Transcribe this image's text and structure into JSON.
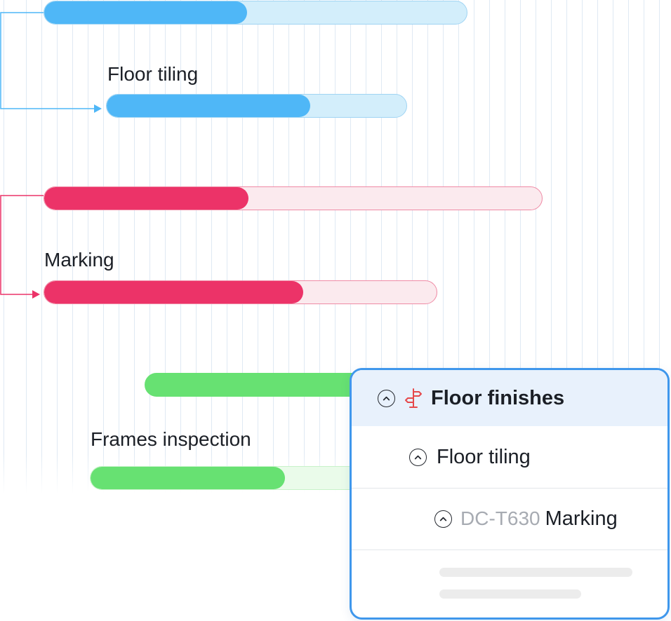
{
  "gantt": {
    "tasks": [
      {
        "label": "",
        "color": "#4fb7f7",
        "progress": 0.48
      },
      {
        "label": "Floor tiling",
        "color": "#4fb7f7",
        "progress": 0.68
      },
      {
        "label": "",
        "color": "#ec3368",
        "progress": 0.41
      },
      {
        "label": "Marking",
        "color": "#ec3368",
        "progress": 0.66
      },
      {
        "label": "",
        "color": "#67e172"
      },
      {
        "label": "Frames inspection",
        "color": "#67e172"
      }
    ]
  },
  "panel": {
    "rows": [
      {
        "label": "Floor finishes",
        "icon": "signpost-icon",
        "icon_color": "#e5494b"
      },
      {
        "label": "Floor tiling"
      },
      {
        "code": "DC-T630",
        "label": "Marking"
      }
    ],
    "border_color": "#3f97ec",
    "header_bg": "#e8f1fc"
  }
}
